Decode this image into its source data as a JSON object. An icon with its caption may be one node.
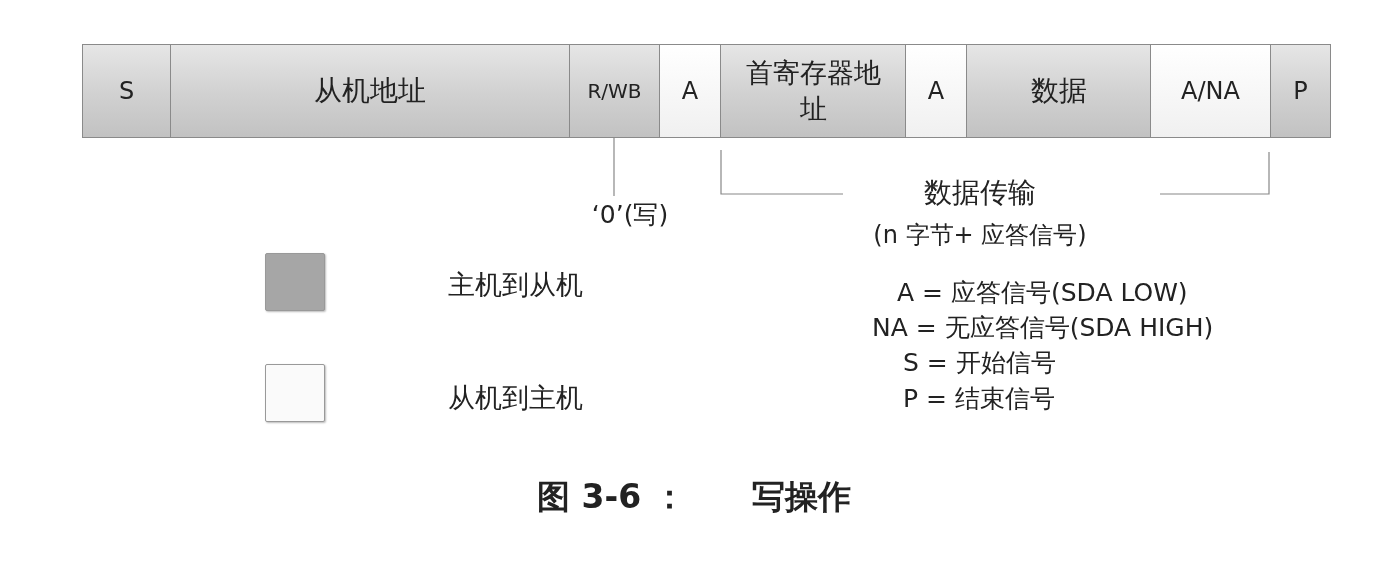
{
  "diagram": {
    "caption": "图 3-6 ：　　写操作",
    "nodes": [
      {
        "text": [
          "S"
        ]
      },
      {
        "text": [
          "从机地址"
        ]
      },
      {
        "text": [
          "R/WB"
        ]
      },
      {
        "text": [
          "A"
        ]
      },
      {
        "text": [
          "首寄存器地址"
        ]
      },
      {
        "text": [
          "A"
        ]
      },
      {
        "text": [
          "数据"
        ]
      },
      {
        "text": [
          "A/NA"
        ]
      },
      {
        "text": [
          "P"
        ]
      },
      {
        "text": [
          "‘0’(写)"
        ]
      }
    ],
    "edges": [
      {
        "from": 9,
        "to": 2,
        "arrow": "none"
      }
    ],
    "labels": [
      "数据传输",
      "(n 字节+ 应答信号)",
      "A = 应答信号(SDA LOW)",
      "NA = 无应答信号(SDA HIGH)",
      "S = 开始信号",
      "P = 结束信号"
    ],
    "legend": [
      {
        "text": "主机到从机",
        "color": "#a6a6a6"
      },
      {
        "text": "从机到主机",
        "color": "#fafafa"
      }
    ]
  }
}
